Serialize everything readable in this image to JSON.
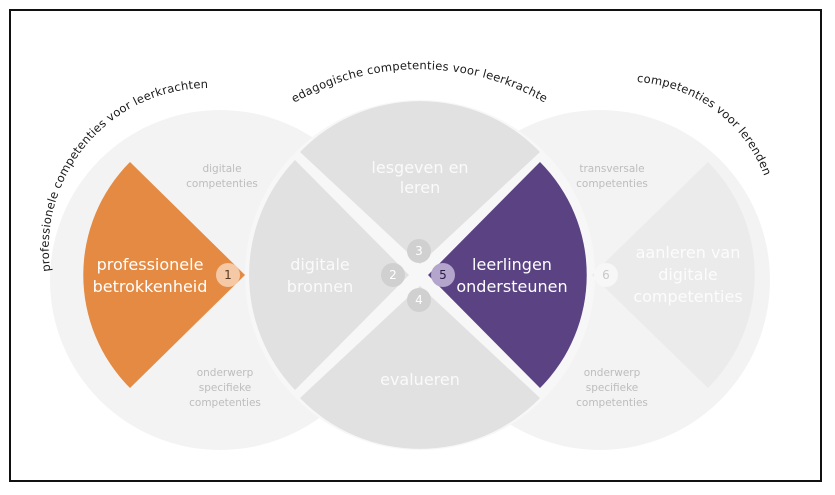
{
  "arc_labels": {
    "left": "professionele competenties voor leerkrachten",
    "center": "pedagogische competenties voor leerkrachten",
    "right": "competenties voor lerenden"
  },
  "left_circle": {
    "top_label_line1": "digitale",
    "top_label_line2": "competenties",
    "bottom_label_line1": "onderwerp",
    "bottom_label_line2": "specifieke",
    "bottom_label_line3": "competenties",
    "segment": {
      "number": "1",
      "label_line1": "professionele",
      "label_line2": "betrokkenheid",
      "color": "#e48a42"
    }
  },
  "center_circle": {
    "top": {
      "number": "3",
      "label_line1": "lesgeven en",
      "label_line2": "leren"
    },
    "left": {
      "number": "2",
      "label_line1": "digitale",
      "label_line2": "bronnen"
    },
    "bottom": {
      "number": "4",
      "label_line1": "evalueren"
    },
    "right": {
      "number": "5",
      "label_line1": "leerlingen",
      "label_line2": "ondersteunen",
      "color": "#5a4283"
    }
  },
  "right_circle": {
    "top_label_line1": "transversale",
    "top_label_line2": "competenties",
    "bottom_label_line1": "onderwerp",
    "bottom_label_line2": "specifieke",
    "bottom_label_line3": "competenties",
    "segment": {
      "number": "6",
      "label_line1": "aanleren van",
      "label_line2": "digitale",
      "label_line3": "competenties"
    }
  },
  "colors": {
    "background_circle": "#f3f3f3",
    "grey_segment": "#e1e1e1",
    "orange": "#e48a42",
    "purple": "#5a4283"
  }
}
